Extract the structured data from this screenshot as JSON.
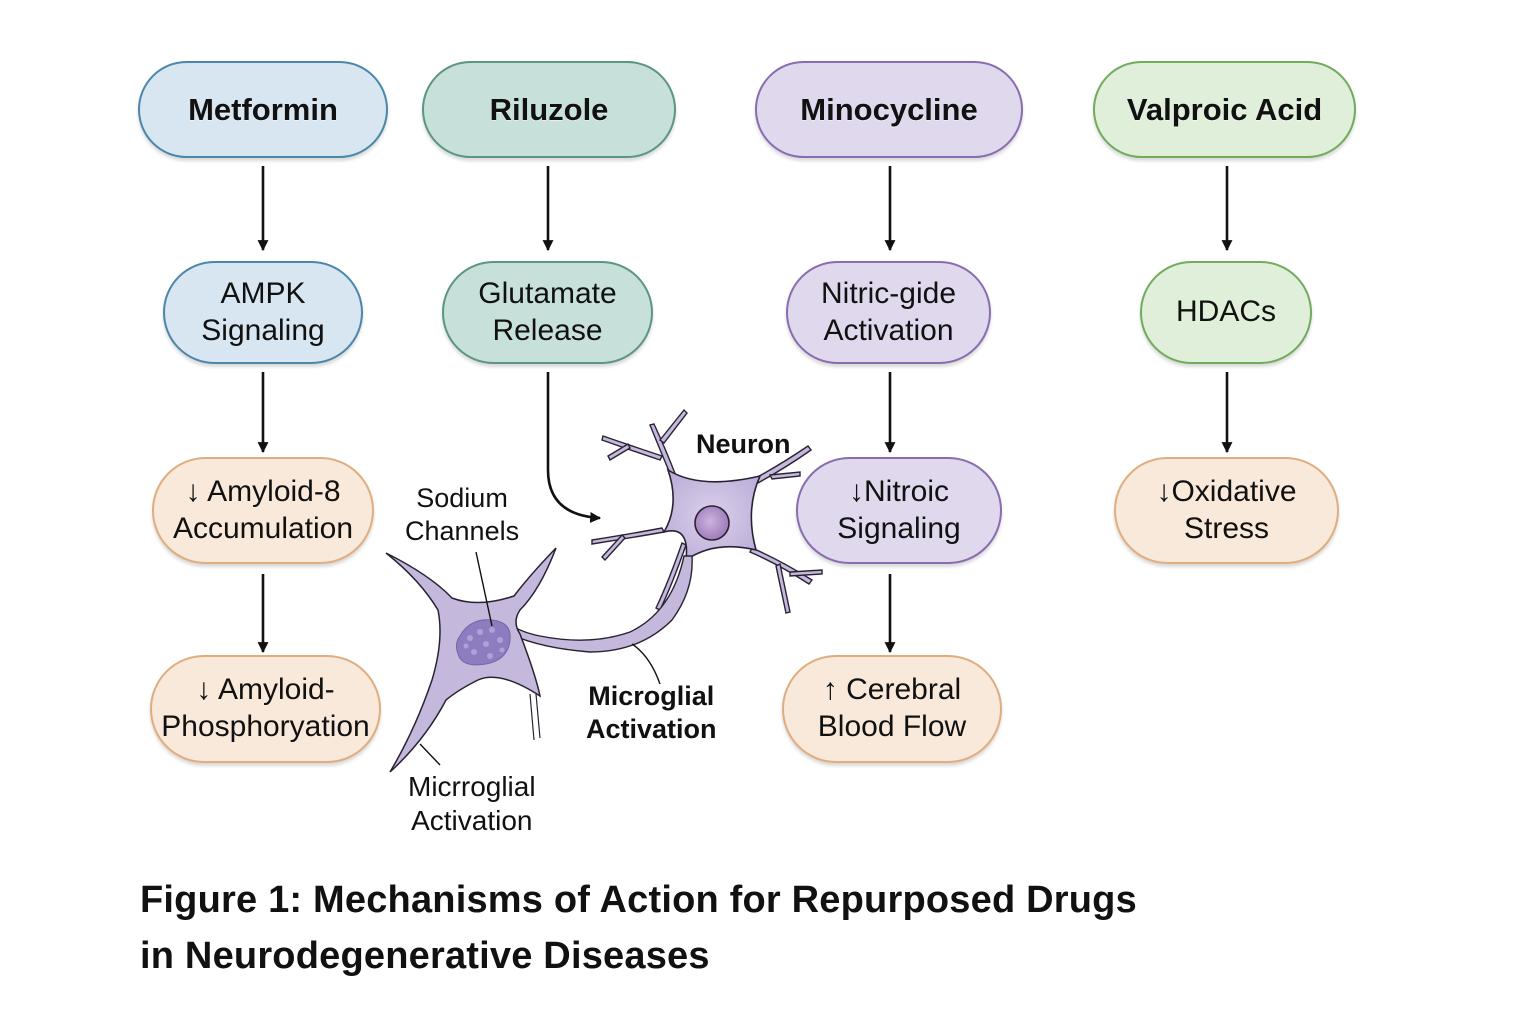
{
  "figure": {
    "caption": "Figure 1: Mechanisms of Action for Repurposed Drugs\nin Neurodegenerative Diseases"
  },
  "colors": {
    "metformin_fill": "#d7e6f0",
    "metformin_border": "#4c86aa",
    "riluzole_fill": "#c8e0da",
    "riluzole_border": "#5b9583",
    "minocycline_fill": "#e0d8ec",
    "minocycline_border": "#8a6cb0",
    "valproic_fill": "#e0efd9",
    "valproic_border": "#72aa5e",
    "outcome_fill": "#f8e9db",
    "outcome_border": "#e0ad7f",
    "cell_fill": "#c4b8dc",
    "cell_outline": "#2a2233"
  },
  "pathways": [
    {
      "drug": "Metformin",
      "steps": [
        "AMPK\nSignaling",
        "↓ Amyloid-8\nAccumulation",
        "↓ Amyloid-\nPhosphoryation"
      ]
    },
    {
      "drug": "Riluzole",
      "steps": [
        "Glutamate\nRelease"
      ]
    },
    {
      "drug": "Minocycline",
      "steps": [
        "Nitric-gide\nActivation",
        "↓Nitroic\nSignaling",
        "↑ Cerebral\nBlood Flow"
      ]
    },
    {
      "drug": "Valproic Acid",
      "steps": [
        "HDACs",
        "↓Oxidative\nStress"
      ]
    }
  ],
  "illustration": {
    "neuron_label": "Neuron",
    "sodium_channels_label": "Sodium\nChannels",
    "microglial_activation_bold": "Microglial\nActivation",
    "microglial_activation_plain": "Micrroglial\nActivation"
  }
}
